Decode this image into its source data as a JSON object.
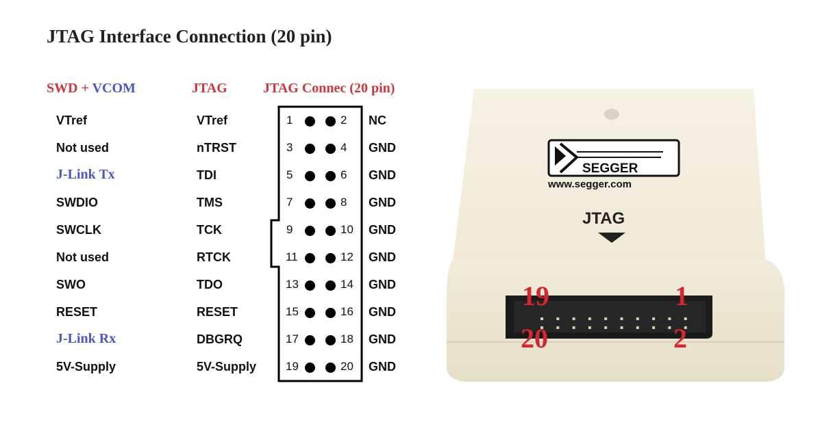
{
  "title": "JTAG Interface Connection (20 pin)",
  "headers": {
    "swd_part1": "SWD + ",
    "swd_part2": "VCOM",
    "jtag": "JTAG",
    "connector": "JTAG Connec (20 pin)"
  },
  "colors": {
    "red": "#d0363c",
    "blue": "#4f55c4"
  },
  "rows": [
    {
      "swd": "VTref",
      "swd_style": "plain",
      "jtag": "VTref",
      "pin_left": "1",
      "pin_right": "2",
      "right": "NC"
    },
    {
      "swd": "Not used",
      "swd_style": "plain",
      "jtag": "nTRST",
      "pin_left": "3",
      "pin_right": "4",
      "right": "GND"
    },
    {
      "swd": "J-Link Tx",
      "swd_style": "blue",
      "jtag": "TDI",
      "pin_left": "5",
      "pin_right": "6",
      "right": "GND"
    },
    {
      "swd": "SWDIO",
      "swd_style": "plain",
      "jtag": "TMS",
      "pin_left": "7",
      "pin_right": "8",
      "right": "GND"
    },
    {
      "swd": "SWCLK",
      "swd_style": "plain",
      "jtag": "TCK",
      "pin_left": "9",
      "pin_right": "10",
      "right": "GND"
    },
    {
      "swd": "Not used",
      "swd_style": "plain",
      "jtag": "RTCK",
      "pin_left": "11",
      "pin_right": "12",
      "right": "GND"
    },
    {
      "swd": "SWO",
      "swd_style": "plain",
      "jtag": "TDO",
      "pin_left": "13",
      "pin_right": "14",
      "right": "GND"
    },
    {
      "swd": "RESET",
      "swd_style": "plain",
      "jtag": "RESET",
      "pin_left": "15",
      "pin_right": "16",
      "right": "GND"
    },
    {
      "swd": "J-Link Rx",
      "swd_style": "blue",
      "jtag": "DBGRQ",
      "pin_left": "17",
      "pin_right": "18",
      "right": "GND"
    },
    {
      "swd": "5V-Supply",
      "swd_style": "plain",
      "jtag": "5V-Supply",
      "pin_left": "19",
      "pin_right": "20",
      "right": "GND"
    }
  ],
  "photo": {
    "logo_text": "SEGGER",
    "url_text": "www.segger.com",
    "port_label": "JTAG",
    "pin_19": "19",
    "pin_1": "1",
    "pin_20": "20",
    "pin_2": "2"
  }
}
